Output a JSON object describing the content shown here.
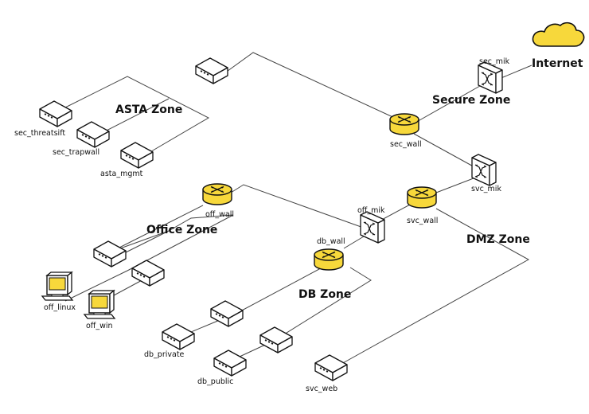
{
  "colors": {
    "router_fill": "#F7D83B",
    "cloud_fill": "#F7D83B",
    "screen_fill": "#F7D83B",
    "line": "#444444",
    "outline": "#111111"
  },
  "internet": {
    "label": "Internet",
    "icon": "cloud-icon"
  },
  "zones": {
    "asta": "ASTA Zone",
    "secure": "Secure Zone",
    "office": "Office Zone",
    "db": "DB Zone",
    "dmz": "DMZ Zone"
  },
  "devices": {
    "sec_mik": {
      "label": "sec_mik",
      "icon": "mikrotik-switch-icon"
    },
    "sec_wall": {
      "label": "sec_wall",
      "icon": "router-firewall-icon"
    },
    "svc_mik": {
      "label": "svc_mik",
      "icon": "mikrotik-switch-icon"
    },
    "svc_wall": {
      "label": "svc_wall",
      "icon": "router-firewall-icon"
    },
    "off_mik": {
      "label": "off_mik",
      "icon": "mikrotik-switch-icon"
    },
    "off_wall": {
      "label": "off_wall",
      "icon": "router-firewall-icon"
    },
    "db_wall": {
      "label": "db_wall",
      "icon": "router-firewall-icon"
    },
    "sec_threatsift": {
      "label": "sec_threatsift",
      "icon": "server-icon"
    },
    "sec_trapwall": {
      "label": "sec_trapwall",
      "icon": "server-icon"
    },
    "asta_mgmt": {
      "label": "asta_mgmt",
      "icon": "server-icon"
    },
    "off_linux": {
      "label": "off_linux",
      "icon": "workstation-icon"
    },
    "off_win": {
      "label": "off_win",
      "icon": "workstation-icon"
    },
    "db_private": {
      "label": "db_private",
      "icon": "server-icon"
    },
    "db_public": {
      "label": "db_public",
      "icon": "server-icon"
    },
    "svc_web": {
      "label": "svc_web",
      "icon": "server-icon"
    }
  }
}
